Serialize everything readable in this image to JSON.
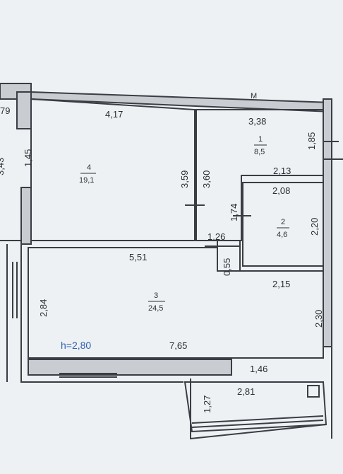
{
  "rooms": [
    {
      "number": "1",
      "area": "8,5"
    },
    {
      "number": "2",
      "area": "4,6"
    },
    {
      "number": "3",
      "area": "24,5"
    },
    {
      "number": "4",
      "area": "19,1"
    }
  ],
  "dimensions": {
    "top_left_cut": "79",
    "room4_top": "4,17",
    "room4_left": "1,45",
    "room4_right": "3,59",
    "room4_left_cut": "3,43",
    "room1_top": "3,38",
    "room1_right": "1,85",
    "room1_bottom": "2,13",
    "corridor_height": "3,60",
    "room2_top": "2,08",
    "room2_left": "1,74",
    "room2_right": "2,20",
    "door_width": "1,26",
    "gap_height": "0,55",
    "room3_top": "5,51",
    "room3_left": "2,84",
    "room3_bottom": "7,65",
    "room3_right_top": "2,15",
    "room3_right": "2,30",
    "balcony_top": "1,46",
    "balcony_len": "2,81",
    "balcony_left": "1,27"
  },
  "ceiling_height": "h=2,80",
  "marker": "M"
}
